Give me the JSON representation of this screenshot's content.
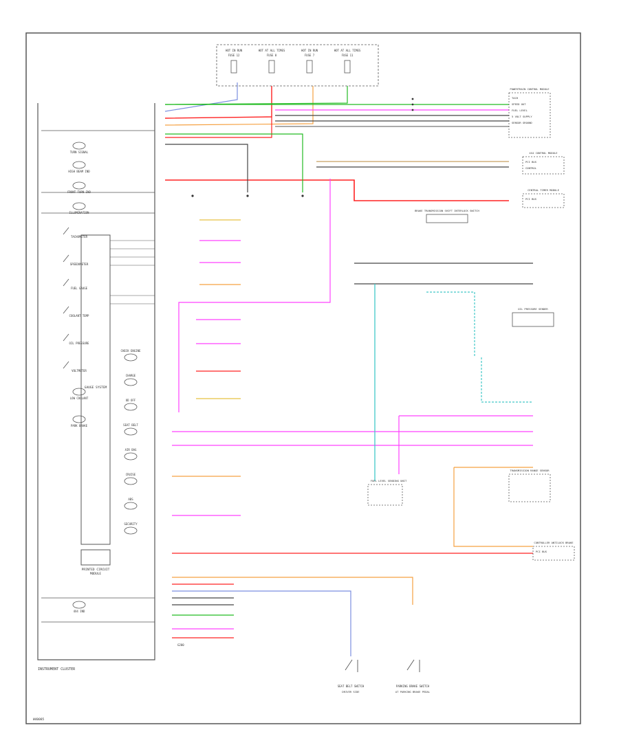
{
  "page": {
    "footer_label": "INSTRUMENT CLUSTER",
    "corner_code": "W40085"
  },
  "colors": {
    "frame": "#555555",
    "blue": "#7a8ee0",
    "red": "#ff2020",
    "green": "#22bb22",
    "orange": "#f5a040",
    "pink": "#ff40ff",
    "teal": "#40c8c8",
    "yellow": "#e8c040",
    "tan": "#c8a060",
    "gray": "#888888"
  },
  "cluster": {
    "title": "INSTRUMENT CLUSTER",
    "main_module": "GAUGE SYSTEM",
    "sub_module": "PRINTED CIRCUIT",
    "sub_module_2": "MODULE",
    "left_items": [
      "TURN SIGNAL",
      "HIGH BEAM IND",
      "FRONT TURN IND",
      "ILLUMINATION",
      "TACHOMETER",
      "SPEEDOMETER",
      "FUEL GAUGE",
      "COOLANT TEMP",
      "OIL PRESSURE",
      "VOLTMETER",
      "LOW COOLANT",
      "PARK BRAKE",
      "4X4 IND"
    ],
    "right_items": [
      "CHECK ENGINE",
      "CHARGE",
      "OD OFF",
      "SEAT BELT",
      "AIR BAG",
      "CRUISE",
      "ABS",
      "SECURITY"
    ]
  },
  "fuses": [
    {
      "label": "HOT IN RUN",
      "sub": "FUSE 12"
    },
    {
      "label": "HOT AT ALL TIMES",
      "sub": "FUSE 8"
    },
    {
      "label": "HOT IN RUN",
      "sub": "FUSE 7"
    },
    {
      "label": "HOT AT ALL TIMES",
      "sub": "FUSE 11"
    }
  ],
  "right_modules": [
    {
      "title": "POWERTRAIN CONTROL MODULE",
      "lines": [
        "TACH",
        "SPEED OUT",
        "FUEL LEVEL",
        "5 VOLT SUPPLY",
        "SENSOR GROUND"
      ]
    },
    {
      "title": "4X4 CONTROL MODULE",
      "lines": [
        "PCI BUS",
        "CONTROL"
      ]
    },
    {
      "title": "CENTRAL TIMER MODULE",
      "lines": [
        "PCI BUS"
      ]
    },
    {
      "title": "BRAKE TRANSMISSION SHIFT INTERLOCK SWITCH",
      "lines": []
    },
    {
      "title": "OIL PRESSURE SENDER",
      "lines": []
    },
    {
      "title": "FUEL LEVEL SENDING UNIT",
      "lines": []
    },
    {
      "title": "TRANSMISSION RANGE SENSOR",
      "lines": []
    },
    {
      "title": "CONTROLLER ANTILOCK BRAKE",
      "lines": [
        "PCI BUS"
      ]
    }
  ],
  "bottom_switches": [
    {
      "label": "SEAT BELT SWITCH",
      "note": "DRIVER SIDE"
    },
    {
      "label": "PARKING BRAKE SWITCH",
      "note": "AT PARKING BRAKE PEDAL"
    }
  ],
  "bus_label": "PCI BUS",
  "ground_label": "G200"
}
